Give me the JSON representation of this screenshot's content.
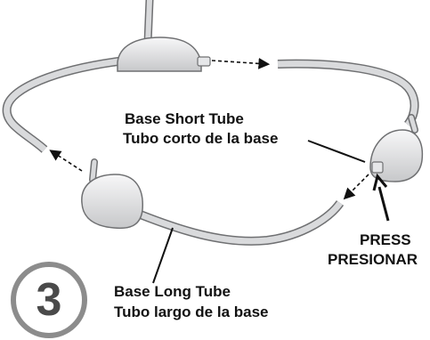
{
  "labels": {
    "short_tube_en": "Base Short Tube",
    "short_tube_es": "Tubo corto de la base",
    "press_en": "PRESS",
    "press_es": "PRESIONAR",
    "long_tube_en": "Base Long Tube",
    "long_tube_es": "Tubo largo de la base"
  },
  "step": {
    "number": "3"
  },
  "colors": {
    "tube": "#d9dadc",
    "tube_outline": "#6f7072",
    "body_fill": "#e3e4e6",
    "badge_ring": "#8c8c8c",
    "badge_text": "#4a4a4a",
    "ink": "#111111"
  }
}
